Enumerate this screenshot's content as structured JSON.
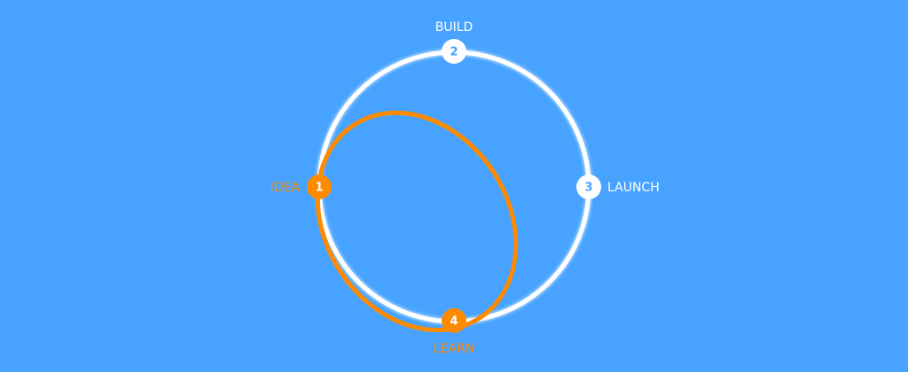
{
  "colors": {
    "background": "#47a3ff",
    "loop": "#ffffff",
    "highlight": "#ff8a00",
    "number_on_white": "#47a3ff",
    "number_on_orange": "#ffffff"
  },
  "nodes": [
    {
      "number": "1",
      "label": "IDEA",
      "highlight": true
    },
    {
      "number": "2",
      "label": "BUILD",
      "highlight": false
    },
    {
      "number": "3",
      "label": "LAUNCH",
      "highlight": false
    },
    {
      "number": "4",
      "label": "LEARN",
      "highlight": true
    }
  ]
}
